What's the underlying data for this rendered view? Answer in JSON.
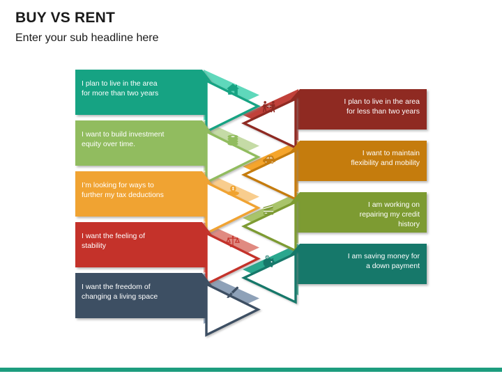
{
  "slide": {
    "title": "BUY VS RENT",
    "subtitle": "Enter your sub headline here",
    "accent_color": "#1d9d7e",
    "background_color": "#ffffff"
  },
  "diagram": {
    "type": "opposed-chevron-comparison",
    "left_side": {
      "name": "buy",
      "items": [
        {
          "text": "I plan to live in the area\nfor more than two years",
          "color": "#17a383",
          "light_color": "#5fd8bb",
          "icon": "house-icon"
        },
        {
          "text": "I want to build investment\nequity over time.",
          "color": "#91bc5e",
          "light_color": "#c5dba6",
          "icon": "coins-stack-icon"
        },
        {
          "text": "I’m looking for ways to\nfurther my tax deductions",
          "color": "#f0a330",
          "light_color": "#f8cd8e",
          "icon": "money-in-hand-icon"
        },
        {
          "text": "I want the feeling of\nstability",
          "color": "#c4322b",
          "light_color": "#e08a81",
          "icon": "balance-scales-icon"
        },
        {
          "text": "I want the freedom of\nchanging a living space",
          "color": "#3e4f63",
          "light_color": "#8ea1b8",
          "icon": "paintbrush-icon"
        }
      ]
    },
    "right_side": {
      "name": "rent",
      "items": [
        {
          "text": "I plan to live in the area\nfor less than two years",
          "color": "#8f2a23",
          "light_color": "#c1413a",
          "icon": "movers-box-icon"
        },
        {
          "text": "I want to maintain\nflexibility and mobility",
          "color": "#c57c11",
          "light_color": "#f5a52c",
          "icon": "car-icon"
        },
        {
          "text": "I am working on\nrepairing my credit\nhistory",
          "color": "#7d9b33",
          "light_color": "#a9c46a",
          "icon": "credit-cards-icon"
        },
        {
          "text": "I am saving money for\na down payment",
          "color": "#16786a",
          "light_color": "#2aa78e",
          "icon": "piggy-bank-icon"
        }
      ]
    }
  }
}
